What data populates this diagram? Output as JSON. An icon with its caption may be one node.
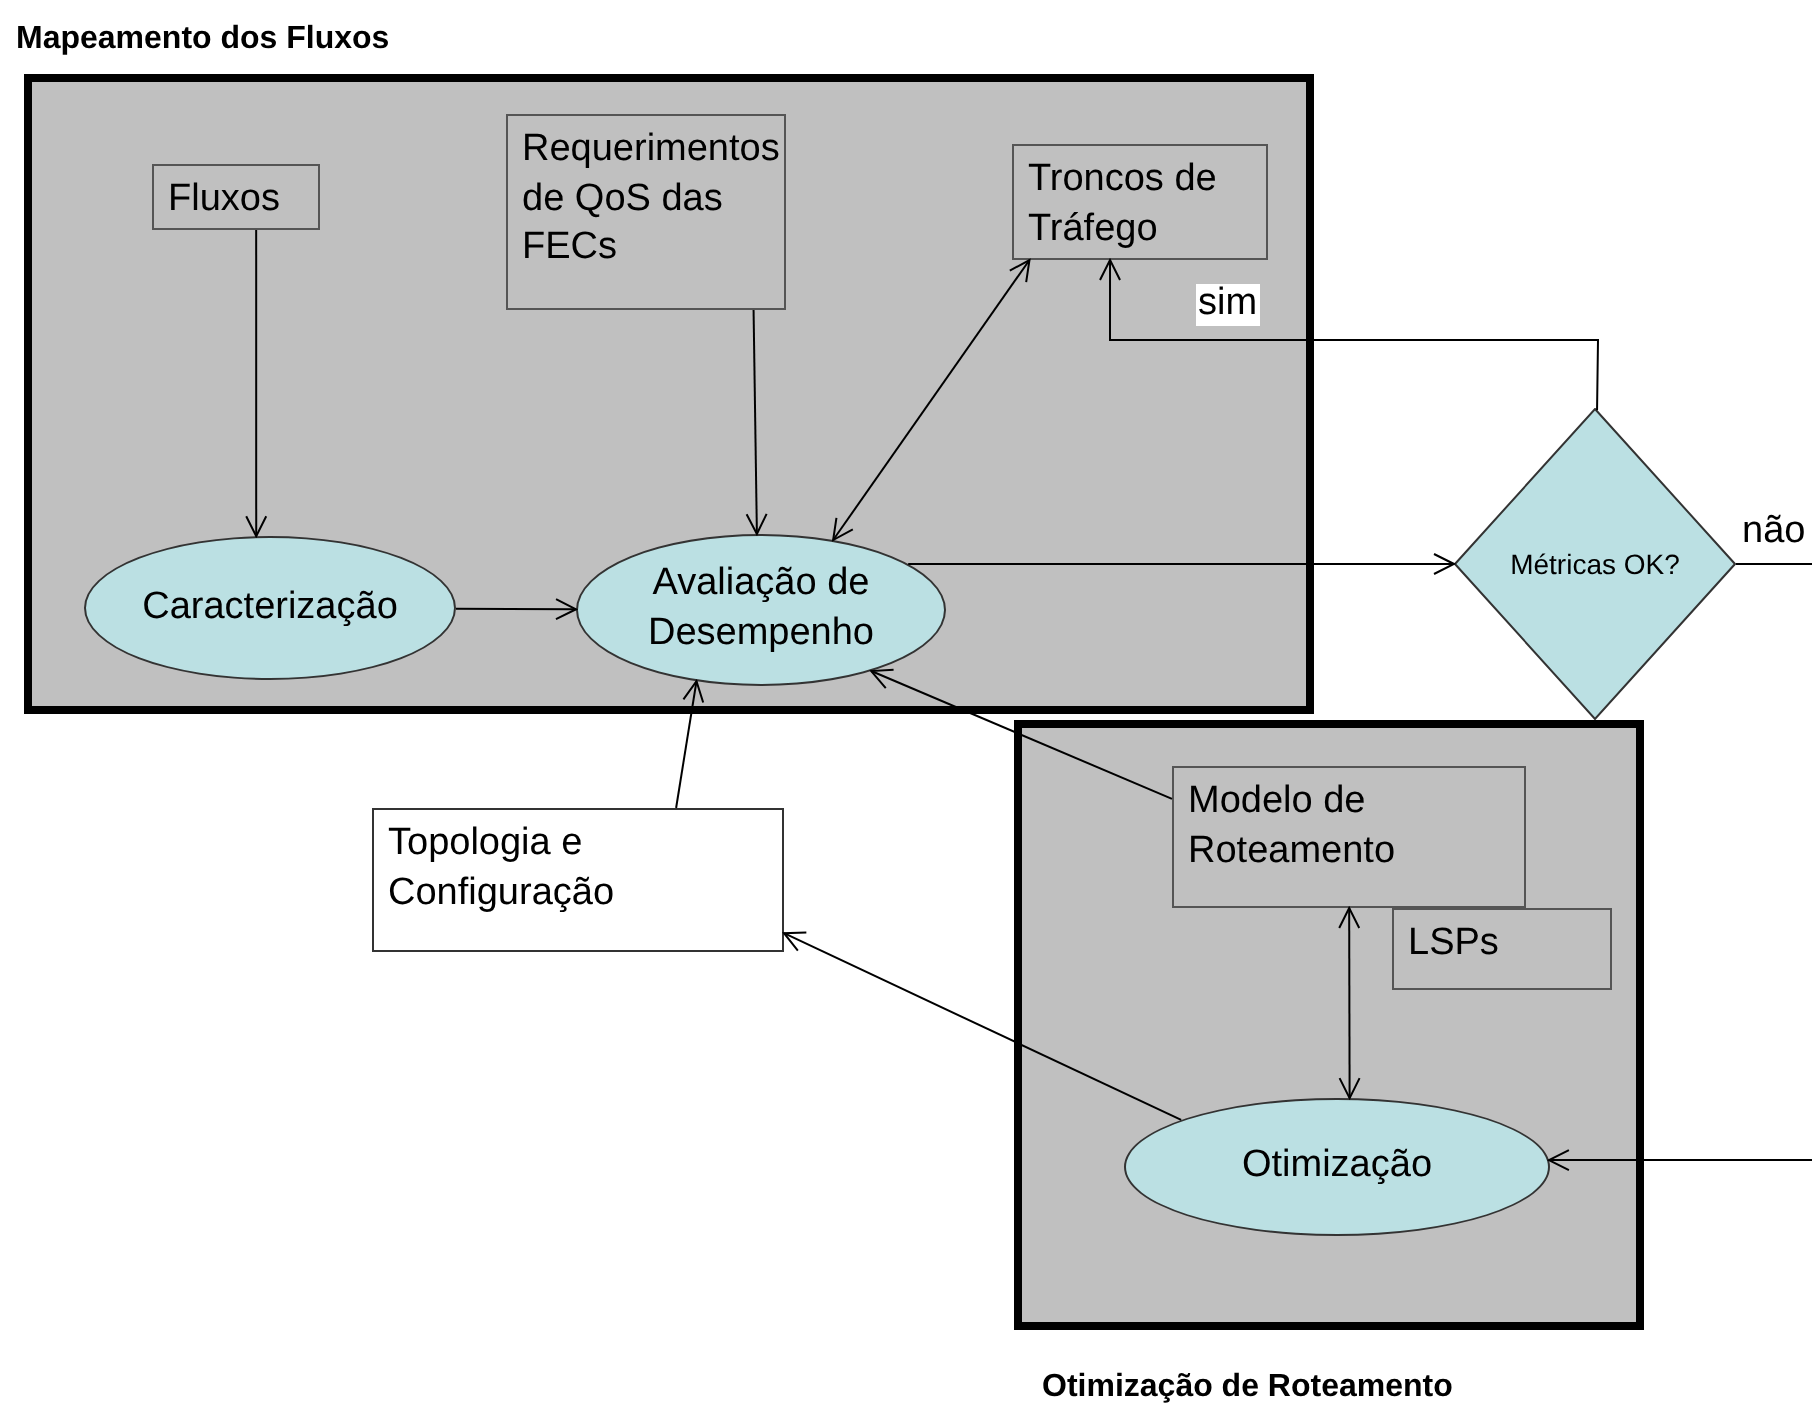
{
  "diagram": {
    "nodes": [
      {
        "text": [
          "Mapeamento dos Fluxos"
        ]
      },
      {
        "text": [
          "Fluxos"
        ],
        "in": 0
      },
      {
        "text": [
          "Requerimentos de QoS das FECs"
        ],
        "in": 0
      },
      {
        "text": [
          "Troncos de Tráfego"
        ],
        "in": 0
      },
      {
        "text": [
          "Caracterização"
        ],
        "in": 0
      },
      {
        "text": [
          "Avaliação de Desempenho"
        ],
        "in": 0
      },
      {
        "text": [
          "Métricas OK?"
        ]
      },
      {
        "text": [
          "Otimização de Roteamento"
        ]
      },
      {
        "text": [
          "Modelo de Roteamento"
        ],
        "in": 7
      },
      {
        "text": [
          "LSPs"
        ],
        "in": 7
      },
      {
        "text": [
          "Otimização"
        ],
        "in": 7
      },
      {
        "text": [
          "Topologia e Configuração"
        ]
      }
    ],
    "edges": [
      {
        "from": 1,
        "to": 4,
        "arrow": "to"
      },
      {
        "from": 4,
        "to": 5,
        "arrow": "to"
      },
      {
        "from": 2,
        "to": 5,
        "arrow": "to"
      },
      {
        "from": 5,
        "to": 3,
        "arrow": "both"
      },
      {
        "from": 5,
        "to": 6,
        "arrow": "to"
      },
      {
        "from": 6,
        "to": 3,
        "arrow": "to",
        "label": "sim"
      },
      {
        "from": 6,
        "to": null,
        "arrow": "none",
        "label": "não"
      },
      {
        "from": null,
        "to": 10,
        "arrow": "to"
      },
      {
        "from": 11,
        "to": 5,
        "arrow": "to"
      },
      {
        "from": 8,
        "to": 5,
        "arrow": "to"
      },
      {
        "from": 8,
        "to": 10,
        "arrow": "both"
      },
      {
        "from": 10,
        "to": 11,
        "arrow": "to"
      }
    ]
  }
}
